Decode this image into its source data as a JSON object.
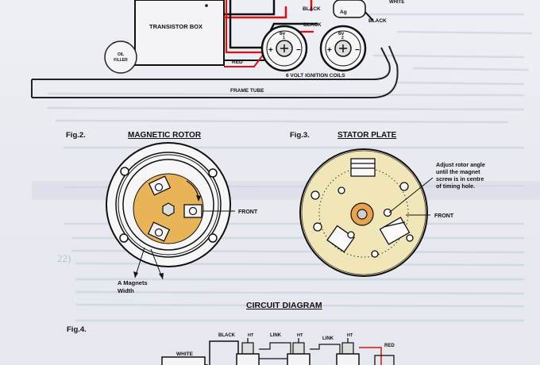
{
  "top_diagram": {
    "transistor_box": "TRANSISTOR BOX",
    "oil_filler": [
      "OIL",
      "FILLER"
    ],
    "red": "RED",
    "black_1": "BLACK",
    "black_2": "BLACK",
    "black_3": "BLACK",
    "ag": "Ag",
    "white": "WHITE",
    "coil_left_label": "6v",
    "coil_right_label": "6v",
    "coil_left_num": "1",
    "coil_right_num": "2",
    "coils_caption": "6 VOLT IGNITION COILS",
    "frame_tube": "FRAME TUBE"
  },
  "fig2": {
    "number": "Fig.2.",
    "title": "MAGNETIC ROTOR",
    "front": "FRONT",
    "magnets_width": [
      "A Magnets",
      "Width"
    ],
    "rotor_color": "#e9b457"
  },
  "fig3": {
    "number": "Fig.3.",
    "title": "STATOR PLATE",
    "front": "FRONT",
    "note": [
      "Adjust rotor angle",
      "until the magnet",
      "screw is in centre",
      "of timing hole."
    ],
    "plate_color": "#f1e6b8"
  },
  "circuit": {
    "title": "CIRCUIT DIAGRAM",
    "number": "Fig.4.",
    "white": "WHITE",
    "black": "BLACK",
    "ht_1": "HT",
    "ht_2": "HT",
    "ht_3": "HT",
    "link_1": "LINK",
    "link_2": "LINK",
    "red": "RED"
  },
  "background_text": {
    "line_22": "22)"
  }
}
